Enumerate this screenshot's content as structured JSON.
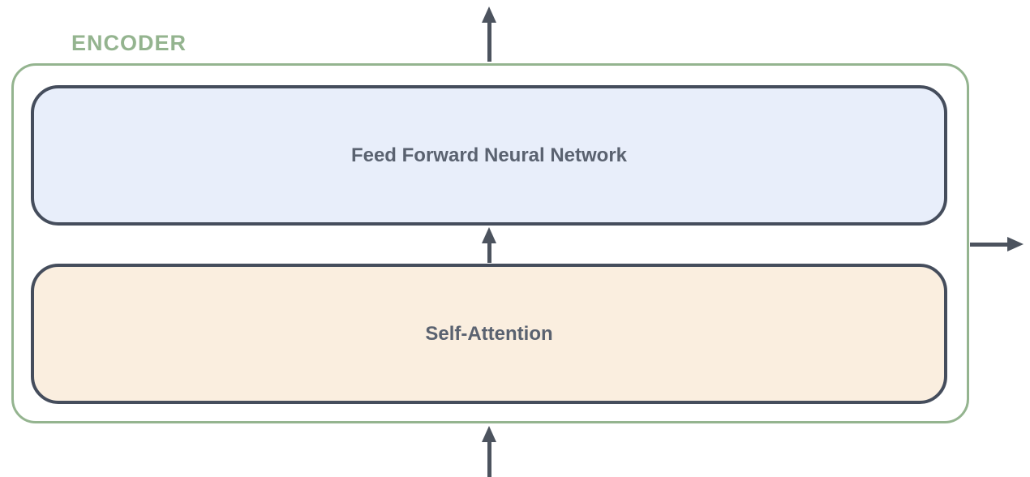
{
  "encoder": {
    "label": "ENCODER",
    "blocks": [
      {
        "id": "ffn",
        "label": "Feed Forward Neural Network"
      },
      {
        "id": "self_attention",
        "label": "Self-Attention"
      }
    ]
  },
  "arrows": [
    {
      "name": "encoder-output-arrow-up",
      "direction": "up",
      "position": "top-center"
    },
    {
      "name": "attention-to-ffn-arrow-up",
      "direction": "up",
      "position": "between-blocks"
    },
    {
      "name": "encoder-input-arrow-up",
      "direction": "up",
      "position": "bottom-center"
    },
    {
      "name": "encoder-output-arrow-right",
      "direction": "right",
      "position": "right-middle"
    }
  ],
  "colors": {
    "background": "#ffffff",
    "encoder_border": "#94b48f",
    "encoder_label": "#94b48f",
    "ffn_fill": "#e8eefa",
    "attention_fill": "#faeedf",
    "block_border": "#454d5c",
    "block_text": "#5a6270",
    "arrow": "#4c535e"
  }
}
